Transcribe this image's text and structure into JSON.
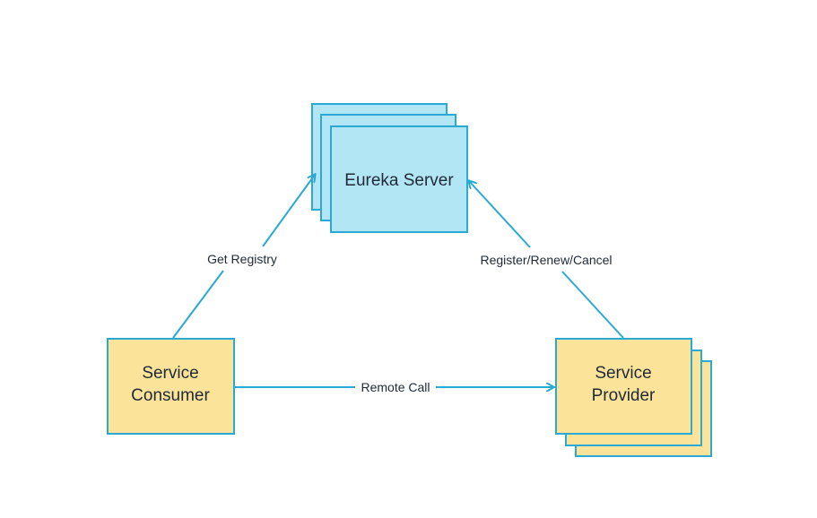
{
  "colors": {
    "server_fill": "#b3e6f5",
    "server_stroke": "#2aa8d6",
    "client_fill": "#fbe39a",
    "client_stroke": "#2aa8d6",
    "arrow": "#2aa8d6"
  },
  "nodes": {
    "eureka_server": {
      "label": "Eureka Server"
    },
    "service_consumer": {
      "label_line1": "Service",
      "label_line2": "Consumer"
    },
    "service_provider": {
      "label_line1": "Service",
      "label_line2": "Provider"
    }
  },
  "edges": {
    "get_registry": {
      "label": "Get Registry"
    },
    "register_renew_cancel": {
      "label": "Register/Renew/Cancel"
    },
    "remote_call": {
      "label": "Remote Call"
    }
  }
}
